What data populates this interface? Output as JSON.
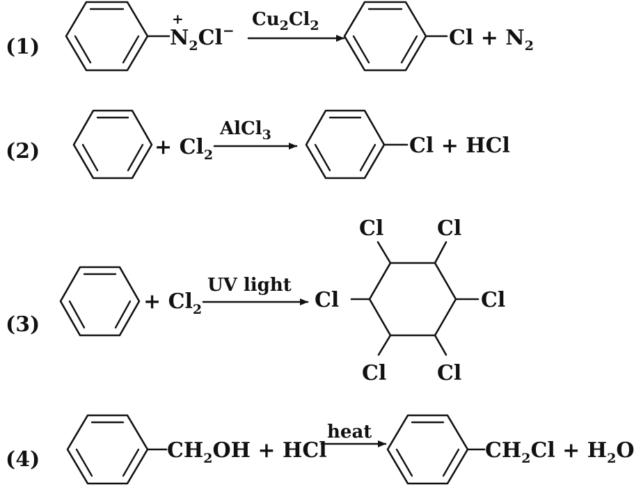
{
  "reactions": [
    {
      "label": "(1)",
      "reactant_charge": "+",
      "reactant_group_N": "N",
      "reactant_group_sub": "2",
      "reactant_group_Cl": "Cl",
      "reactant_group_sup": "−",
      "condition_a": "Cu",
      "condition_sub1": "2",
      "condition_b": "Cl",
      "condition_sub2": "2",
      "product_group": "Cl + N",
      "product_sub": "2"
    },
    {
      "label": "(2)",
      "plus_reagent": "+ Cl",
      "reagent_sub": "2",
      "condition_a": "AlCl",
      "condition_sub": "3",
      "product_group": "Cl + HCl"
    },
    {
      "label": "(3)",
      "plus_reagent": "+ Cl",
      "reagent_sub": "2",
      "condition": "UV light",
      "cl_left": "Cl",
      "cl_right": "Cl",
      "cl_top_left": "Cl",
      "cl_top_right": "Cl",
      "cl_bottom_left": "Cl",
      "cl_bottom_right": "Cl"
    },
    {
      "label": "(4)",
      "reactant_a": "CH",
      "reactant_sub": "2",
      "reactant_b": "OH + HCl",
      "condition": "heat",
      "product_a": "CH",
      "product_sub1": "2",
      "product_b": "Cl + H",
      "product_sub2": "2",
      "product_c": "O"
    }
  ]
}
